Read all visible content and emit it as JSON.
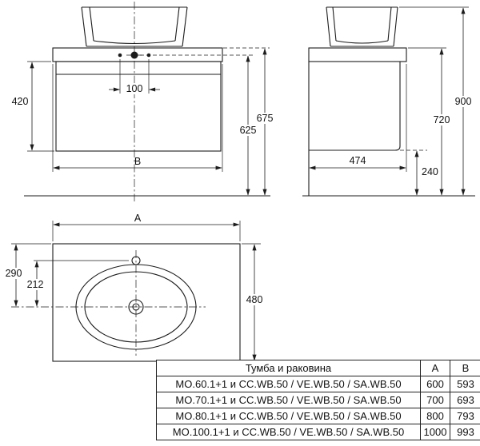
{
  "drawing": {
    "front": {
      "dim_420": "420",
      "dim_100": "100",
      "dim_625": "625",
      "dim_675": "675",
      "dim_B": "B"
    },
    "side": {
      "dim_474": "474",
      "dim_240": "240",
      "dim_720": "720",
      "dim_900": "900"
    },
    "plan": {
      "dim_A": "A",
      "dim_290": "290",
      "dim_212": "212",
      "dim_480": "480"
    }
  },
  "table": {
    "header": {
      "name": "Тумба и раковина",
      "a": "A",
      "b": "B"
    },
    "rows": [
      {
        "name": "MO.60.1+1 и CC.WB.50 / VE.WB.50 / SA.WB.50",
        "a": "600",
        "b": "593"
      },
      {
        "name": "MO.70.1+1 и CC.WB.50 / VE.WB.50 / SA.WB.50",
        "a": "700",
        "b": "693"
      },
      {
        "name": "MO.80.1+1 и CC.WB.50 / VE.WB.50 / SA.WB.50",
        "a": "800",
        "b": "793"
      },
      {
        "name": "MO.100.1+1 и CC.WB.50 / VE.WB.50 / SA.WB.50",
        "a": "1000",
        "b": "993"
      }
    ]
  }
}
